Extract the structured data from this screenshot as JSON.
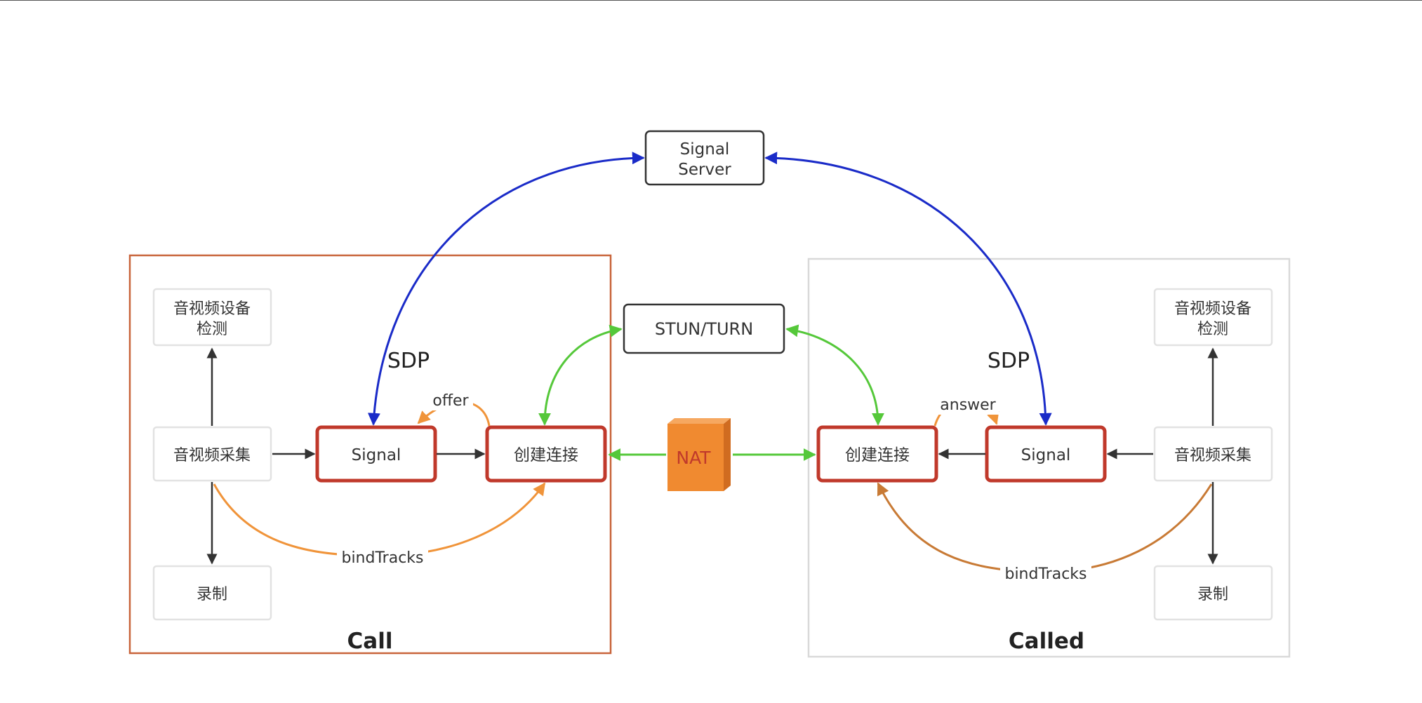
{
  "signal_server": {
    "line1": "Signal",
    "line2": "Server"
  },
  "stun_turn": "STUN/TURN",
  "nat": "NAT",
  "call": {
    "title": "Call",
    "device_check": {
      "line1": "音视频设备",
      "line2": "检测"
    },
    "capture": "音视频采集",
    "record": "录制",
    "signal": "Signal",
    "connect": "创建连接",
    "sdp": "SDP",
    "offer": "offer",
    "bind_tracks": "bindTracks"
  },
  "called": {
    "title": "Called",
    "device_check": {
      "line1": "音视频设备",
      "line2": "检测"
    },
    "capture": "音视频采集",
    "record": "录制",
    "signal": "Signal",
    "connect": "创建连接",
    "sdp": "SDP",
    "answer": "answer",
    "bind_tracks": "bindTracks"
  },
  "colors": {
    "call_frame": "#c8643a",
    "called_frame": "#d9d9d9",
    "node_red": "#c0392b",
    "blue": "#1a2bc8",
    "green": "#55c83a",
    "orange": "#f0943a",
    "brown": "#c87a35",
    "nat_fill": "#f08a30",
    "nat_text": "#c0392b",
    "dark": "#333333"
  }
}
